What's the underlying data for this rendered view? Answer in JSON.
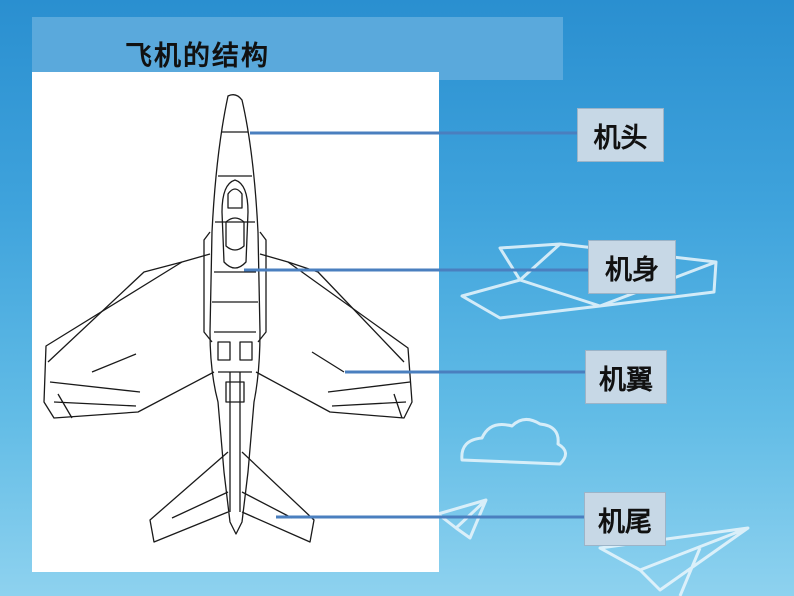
{
  "title": "飞机的结构",
  "labels": {
    "nose": "机头",
    "fuselage": "机身",
    "wing": "机翼",
    "tail": "机尾"
  },
  "colors": {
    "background_top": "#2a8fd0",
    "background_bottom": "#8ed2ef",
    "title_bar": "#5aa9dc",
    "panel": "#ffffff",
    "leader_line": "#4a7fbf",
    "label_box": "#c7d8e6"
  }
}
